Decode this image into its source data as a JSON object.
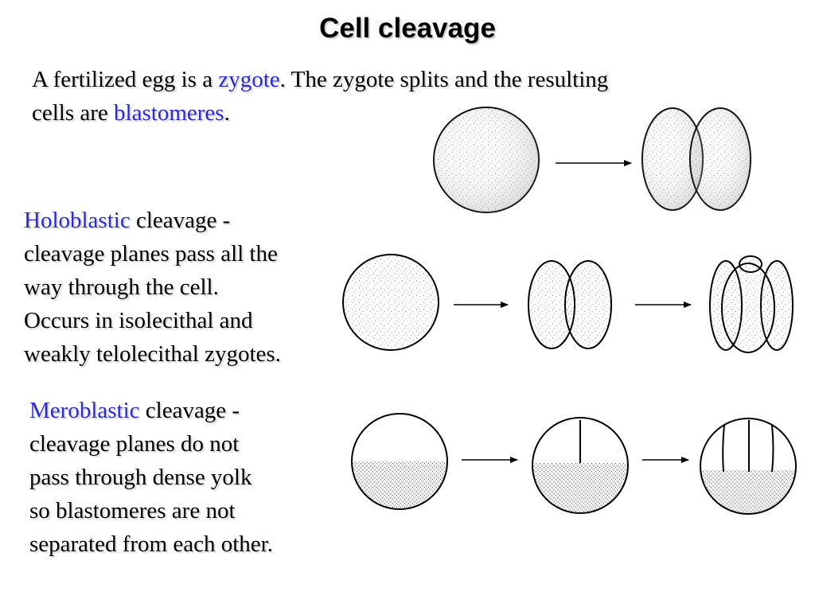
{
  "title": "Cell cleavage",
  "intro": {
    "part1": "A fertilized egg is a ",
    "term1": "zygote",
    "part2": ".  The zygote splits and the resulting",
    "part3": "cells are ",
    "term2": "blastomeres",
    "part4": "."
  },
  "holoblastic": {
    "term": "Holoblastic",
    "line1_rest": " cleavage -",
    "line2": "cleavage planes pass all the",
    "line3": "way through the cell.",
    "line4": "Occurs in isolecithal and",
    "line5": "weakly telolecithal zygotes."
  },
  "meroblastic": {
    "term": "Meroblastic",
    "line1_rest": " cleavage -",
    "line2": "cleavage planes do not",
    "line3": "pass through dense yolk",
    "line4": "so blastomeres are not",
    "line5": "separated from each other."
  },
  "colors": {
    "term_highlight": "#2a2ad4",
    "stroke": "#000000"
  }
}
